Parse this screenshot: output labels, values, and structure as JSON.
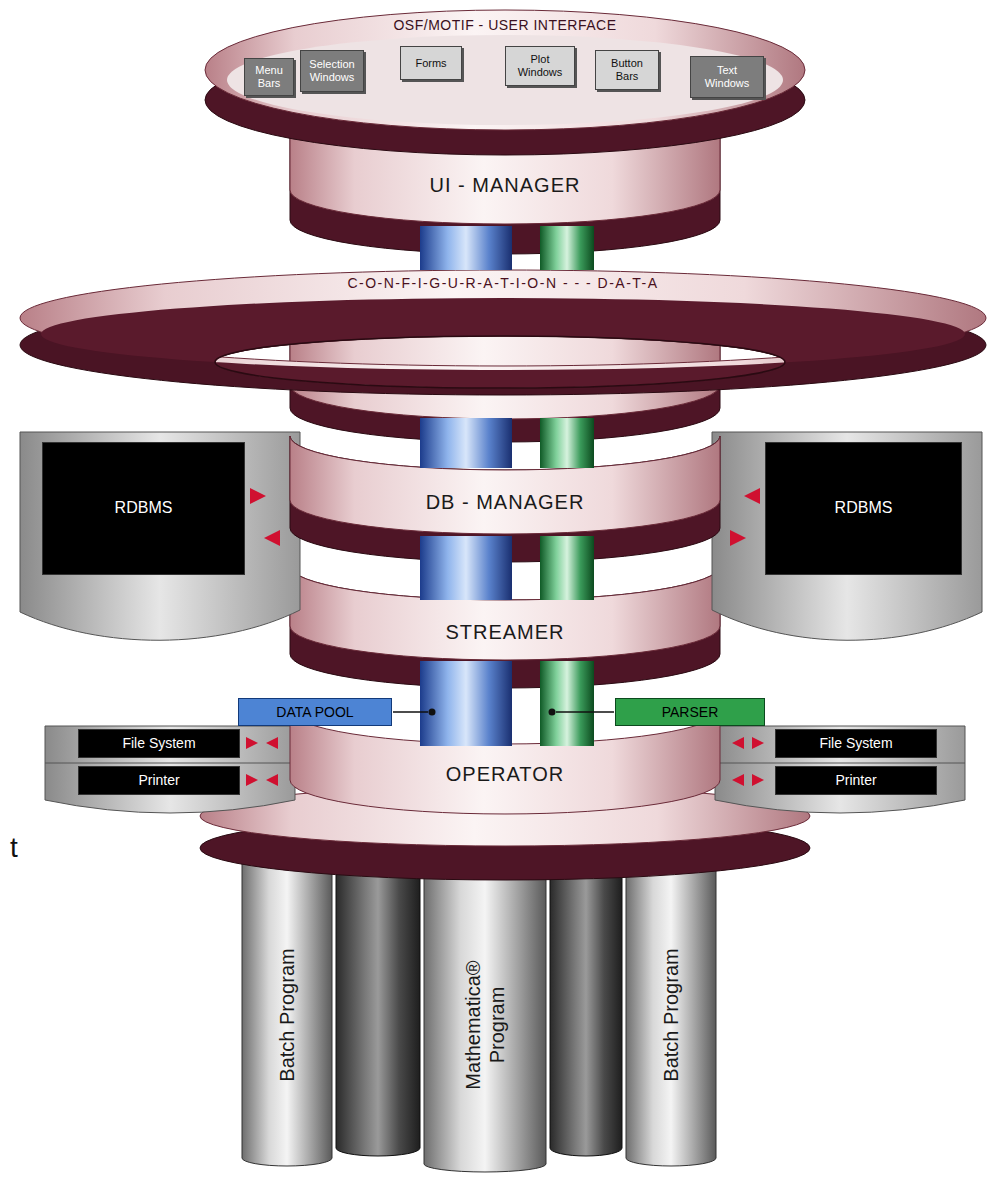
{
  "diagram": {
    "nodes": [
      {
        "text": [
          "OSF/MOTIF - USER INTERFACE"
        ]
      },
      {
        "text": [
          "Menu Bars"
        ],
        "in": 0
      },
      {
        "text": [
          "Selection Windows"
        ],
        "in": 0
      },
      {
        "text": [
          "Forms"
        ],
        "in": 0
      },
      {
        "text": [
          "Plot Windows"
        ],
        "in": 0
      },
      {
        "text": [
          "Button Bars"
        ],
        "in": 0
      },
      {
        "text": [
          "Text Windows"
        ],
        "in": 0
      },
      {
        "text": [
          "UI - MANAGER"
        ]
      },
      {
        "text": [
          "C-O-N-F-I-G-U-R-A-T-I-O-N - - - D-A-T-A"
        ]
      },
      {
        "text": [
          "RDBMS"
        ]
      },
      {
        "text": [
          "DB - MANAGER"
        ]
      },
      {
        "text": [
          "RDBMS"
        ]
      },
      {
        "text": [
          "STREAMER"
        ]
      },
      {
        "text": [
          "DATA POOL"
        ]
      },
      {
        "text": [
          "PARSER"
        ]
      },
      {
        "text": [
          "File System"
        ]
      },
      {
        "text": [
          "Printer"
        ]
      },
      {
        "text": [
          "OPERATOR"
        ]
      },
      {
        "text": [
          "File System"
        ]
      },
      {
        "text": [
          "Printer"
        ]
      },
      {
        "text": [
          "Batch Program"
        ]
      },
      {
        "text": [
          "Mathematica® Program"
        ]
      },
      {
        "text": [
          "Batch Program"
        ]
      }
    ],
    "labels": [
      "t"
    ]
  }
}
